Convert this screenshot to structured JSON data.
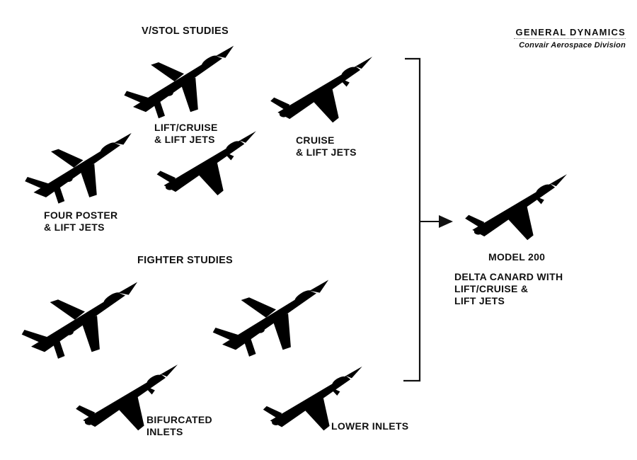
{
  "logo": {
    "company": "GENERAL DYNAMICS",
    "division": "Convair Aerospace Division"
  },
  "sections": {
    "vstol": {
      "title": "V/STOL STUDIES",
      "concepts": [
        {
          "label": "LIFT/CRUISE\n& LIFT JETS"
        },
        {
          "label": "CRUISE\n& LIFT JETS"
        },
        {
          "label": "FOUR POSTER\n& LIFT JETS"
        }
      ]
    },
    "fighter": {
      "title": "FIGHTER STUDIES",
      "concepts": [
        {
          "label": "BIFURCATED\nINLETS"
        },
        {
          "label": "LOWER INLETS"
        }
      ]
    }
  },
  "result": {
    "title": "MODEL 200",
    "description": "DELTA CANARD WITH\nLIFT/CRUISE &\nLIFT JETS"
  },
  "colors": {
    "ink": "#111111",
    "background": "#ffffff"
  }
}
